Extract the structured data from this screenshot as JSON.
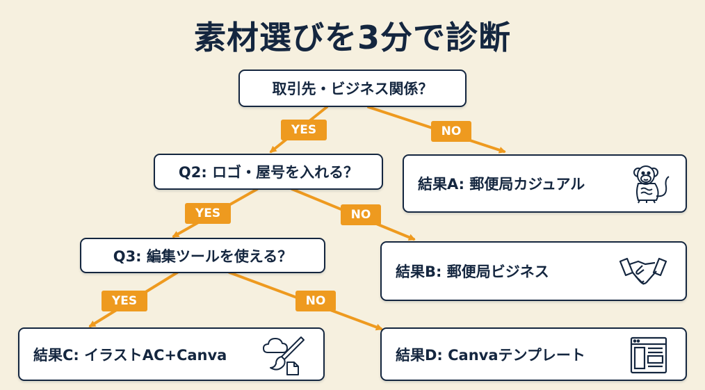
{
  "title": "素材選びを3分で診断",
  "questions": {
    "q1": "取引先・ビジネス関係？",
    "q2": "Q2: ロゴ・屋号を入れる？",
    "q3": "Q3: 編集ツールを使える？"
  },
  "labels": {
    "yes": "YES",
    "no": "NO"
  },
  "results": {
    "a": "結果A: 郵便局カジュアル",
    "b": "結果B: 郵便局ビジネス",
    "c": "結果C: イラストAC+Canva",
    "d": "結果D: Canvaテンプレート"
  },
  "icons": {
    "a": "monkey-icon",
    "b": "handshake-icon",
    "c": "brush-cloud-document-icon",
    "d": "layout-template-icon"
  },
  "colors": {
    "navy": "#14263f",
    "orange": "#ee9a1f",
    "background": "#f6f0df",
    "box": "#ffffff"
  }
}
